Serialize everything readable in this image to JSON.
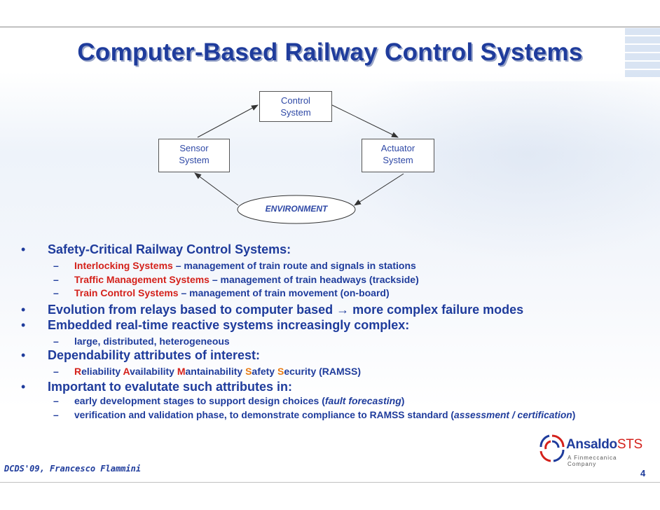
{
  "slide": {
    "title": "Computer-Based Railway Control Systems"
  },
  "diagram": {
    "control": [
      "Control",
      "System"
    ],
    "sensor": [
      "Sensor",
      "System"
    ],
    "actuator": [
      "Actuator",
      "System"
    ],
    "environment": "ENVIRONMENT"
  },
  "bullets": {
    "b1": "Safety-Critical Railway Control Systems:",
    "b1_items": [
      {
        "term": "Interlocking Systems",
        "rest": " – management of train route and signals in stations"
      },
      {
        "term": "Traffic Management Systems",
        "rest": " – management of train headways (trackside)"
      },
      {
        "term": "Train Control Systems",
        "rest": " – management of train movement (on-board)"
      }
    ],
    "b2": "Evolution from relays based to computer based → more complex failure modes",
    "b3": "Embedded real-time reactive systems increasingly complex:",
    "b3_items": [
      "large, distributed, heterogeneous"
    ],
    "b4": "Dependability attributes of interest:",
    "b4_item": {
      "r": "R",
      "r_rest": "eliability ",
      "a": "A",
      "a_rest": "vailability ",
      "m": "M",
      "m_rest": "antainability ",
      "s1": "S",
      "s1_rest": "afety ",
      "s2": "S",
      "s2_rest": "ecurity (RAMSS)"
    },
    "b5": "Important to evalutate such attributes in:",
    "b5_items": [
      {
        "pre": "early development stages to support design choices (",
        "em": "fault forecasting",
        "post": ")"
      },
      {
        "pre": "verification and validation phase, to demonstrate compliance to RAMSS standard (",
        "em": "assessment / certification",
        "post": ")"
      }
    ],
    "bullet_mark": "•",
    "dash_mark": "–"
  },
  "footer": {
    "author": "DCDS'09, Francesco Flammini",
    "page": "4"
  },
  "logo": {
    "name_main": "Ansaldo",
    "name_sts": "STS",
    "tagline": "A Finmeccanica Company"
  },
  "colors": {
    "title": "#1f3c9c",
    "accent_red": "#d4211b",
    "accent_orange": "#e87a12"
  }
}
